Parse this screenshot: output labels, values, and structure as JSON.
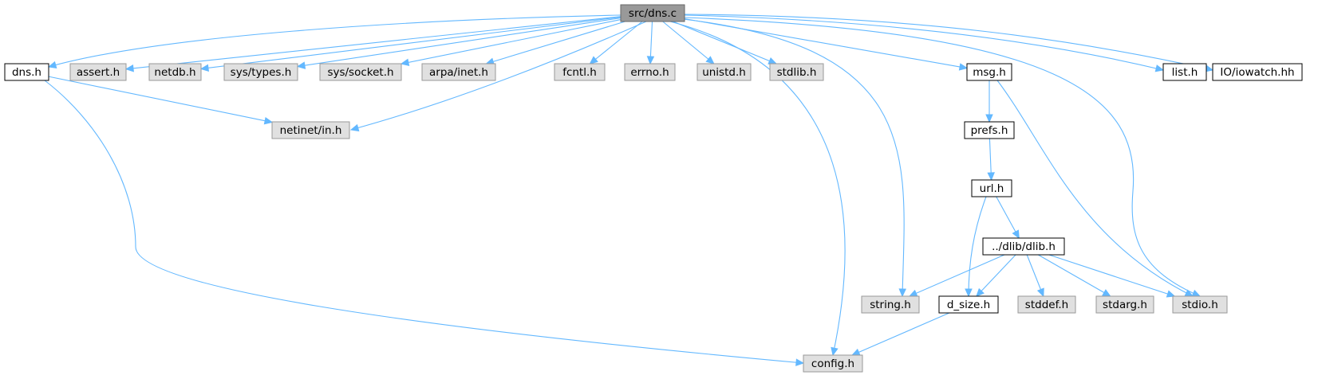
{
  "colors": {
    "edge": "#63b8ff",
    "root_fill": "#999999",
    "root_border": "#666666",
    "doc_fill": "#ffffff",
    "doc_border": "#000000",
    "sys_fill": "#e0e0e0",
    "sys_border": "#999999",
    "background": "#ffffff"
  },
  "nodes": [
    {
      "id": "src_dns_c",
      "label": "src/dns.c",
      "kind": "root"
    },
    {
      "id": "dns_h",
      "label": "dns.h",
      "kind": "documented"
    },
    {
      "id": "assert_h",
      "label": "assert.h",
      "kind": "system"
    },
    {
      "id": "netdb_h",
      "label": "netdb.h",
      "kind": "system"
    },
    {
      "id": "sys_types_h",
      "label": "sys/types.h",
      "kind": "system"
    },
    {
      "id": "sys_socket_h",
      "label": "sys/socket.h",
      "kind": "system"
    },
    {
      "id": "arpa_inet_h",
      "label": "arpa/inet.h",
      "kind": "system"
    },
    {
      "id": "fcntl_h",
      "label": "fcntl.h",
      "kind": "system"
    },
    {
      "id": "errno_h",
      "label": "errno.h",
      "kind": "system"
    },
    {
      "id": "unistd_h",
      "label": "unistd.h",
      "kind": "system"
    },
    {
      "id": "stdlib_h",
      "label": "stdlib.h",
      "kind": "system"
    },
    {
      "id": "msg_h",
      "label": "msg.h",
      "kind": "documented"
    },
    {
      "id": "list_h",
      "label": "list.h",
      "kind": "documented"
    },
    {
      "id": "io_iowatch_hh",
      "label": "IO/iowatch.hh",
      "kind": "documented"
    },
    {
      "id": "netinet_in_h",
      "label": "netinet/in.h",
      "kind": "system"
    },
    {
      "id": "prefs_h",
      "label": "prefs.h",
      "kind": "documented"
    },
    {
      "id": "url_h",
      "label": "url.h",
      "kind": "documented"
    },
    {
      "id": "dlib_h",
      "label": "../dlib/dlib.h",
      "kind": "documented"
    },
    {
      "id": "string_h",
      "label": "string.h",
      "kind": "system"
    },
    {
      "id": "d_size_h",
      "label": "d_size.h",
      "kind": "documented"
    },
    {
      "id": "stddef_h",
      "label": "stddef.h",
      "kind": "system"
    },
    {
      "id": "stdarg_h",
      "label": "stdarg.h",
      "kind": "system"
    },
    {
      "id": "stdio_h",
      "label": "stdio.h",
      "kind": "system"
    },
    {
      "id": "config_h",
      "label": "config.h",
      "kind": "system"
    }
  ],
  "edges": [
    [
      "src_dns_c",
      "dns_h"
    ],
    [
      "src_dns_c",
      "assert_h"
    ],
    [
      "src_dns_c",
      "netdb_h"
    ],
    [
      "src_dns_c",
      "sys_types_h"
    ],
    [
      "src_dns_c",
      "sys_socket_h"
    ],
    [
      "src_dns_c",
      "arpa_inet_h"
    ],
    [
      "src_dns_c",
      "netinet_in_h"
    ],
    [
      "src_dns_c",
      "fcntl_h"
    ],
    [
      "src_dns_c",
      "errno_h"
    ],
    [
      "src_dns_c",
      "unistd_h"
    ],
    [
      "src_dns_c",
      "stdlib_h"
    ],
    [
      "src_dns_c",
      "config_h"
    ],
    [
      "src_dns_c",
      "string_h"
    ],
    [
      "src_dns_c",
      "msg_h"
    ],
    [
      "src_dns_c",
      "stdio_h"
    ],
    [
      "src_dns_c",
      "list_h"
    ],
    [
      "src_dns_c",
      "io_iowatch_hh"
    ],
    [
      "dns_h",
      "netinet_in_h"
    ],
    [
      "dns_h",
      "config_h"
    ],
    [
      "msg_h",
      "prefs_h"
    ],
    [
      "msg_h",
      "stdio_h"
    ],
    [
      "prefs_h",
      "url_h"
    ],
    [
      "url_h",
      "dlib_h"
    ],
    [
      "url_h",
      "d_size_h"
    ],
    [
      "dlib_h",
      "string_h"
    ],
    [
      "dlib_h",
      "d_size_h"
    ],
    [
      "dlib_h",
      "stddef_h"
    ],
    [
      "dlib_h",
      "stdarg_h"
    ],
    [
      "dlib_h",
      "stdio_h"
    ],
    [
      "d_size_h",
      "config_h"
    ]
  ]
}
